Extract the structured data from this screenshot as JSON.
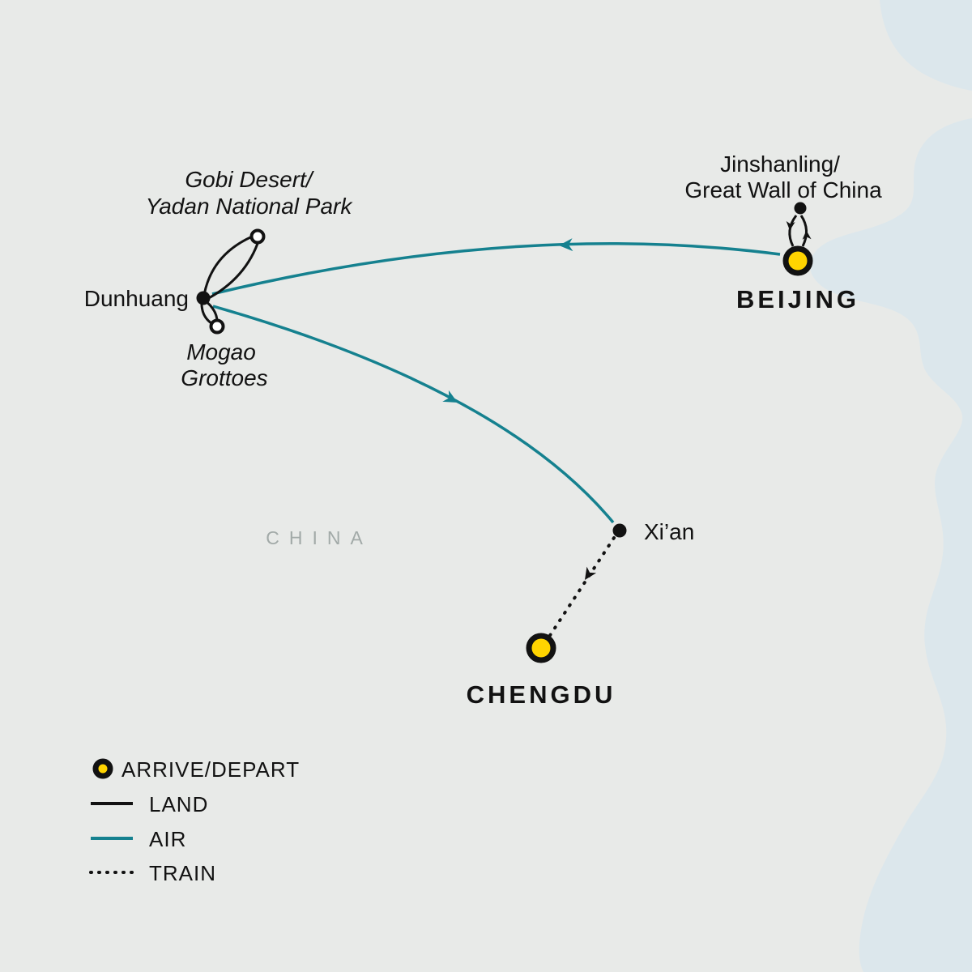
{
  "map": {
    "country_label": "CHINA",
    "colors": {
      "land": "#e8eae8",
      "sea": "#dce7ec",
      "air": "#15818f",
      "marker_yellow": "#ffd400",
      "ink": "#121212",
      "country_label_gray": "#a2aaa8"
    },
    "places": {
      "jinshanling_line1": "Jinshanling/",
      "jinshanling_line2": "Great Wall of China",
      "beijing": "BEIJING",
      "gobi_line1": "Gobi Desert/",
      "gobi_line2": "Yadan National Park",
      "dunhuang": "Dunhuang",
      "mogao_line1": "Mogao",
      "mogao_line2": "Grottoes",
      "xian": "Xi’an",
      "chengdu": "CHENGDU"
    },
    "route_types": [
      "arrive_depart",
      "land",
      "air",
      "train"
    ]
  },
  "legend": {
    "arrive_depart": "ARRIVE/DEPART",
    "land": "LAND",
    "air": "AIR",
    "train": "TRAIN"
  }
}
